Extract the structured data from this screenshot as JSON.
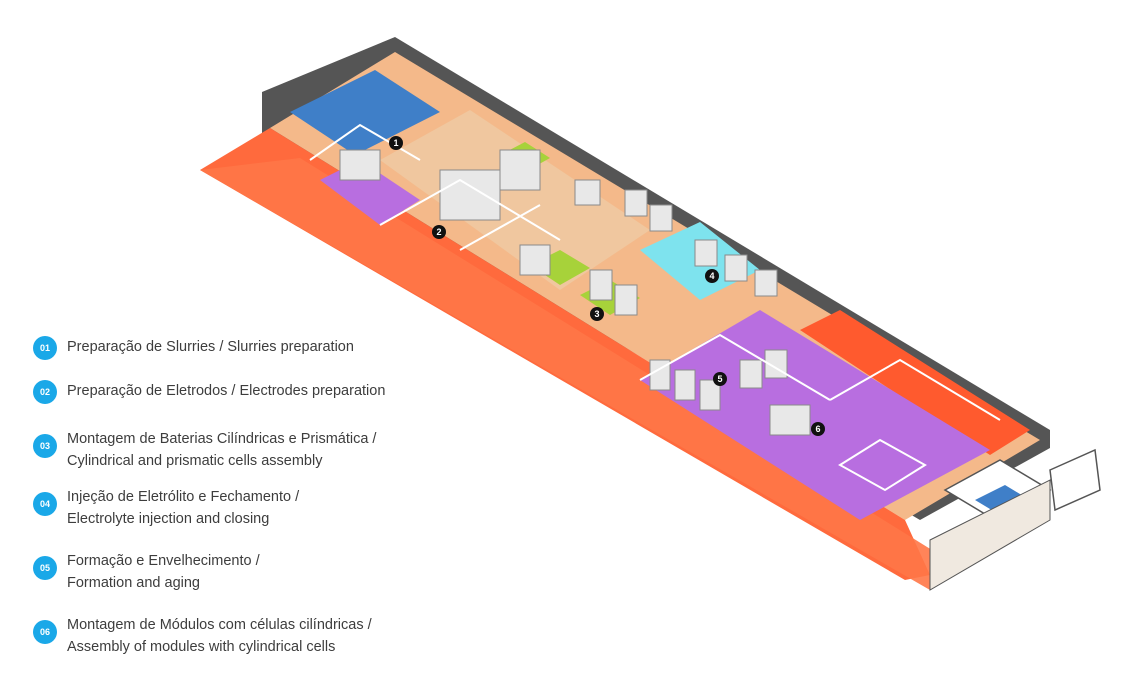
{
  "markers": [
    "1",
    "2",
    "3",
    "4",
    "5",
    "6"
  ],
  "legend": [
    {
      "badge": "01",
      "line1": "Preparação de Slurries / Slurries preparation",
      "line2": ""
    },
    {
      "badge": "02",
      "line1": "Preparação de Eletrodos / Electrodes preparation",
      "line2": ""
    },
    {
      "badge": "03",
      "line1": "Montagem de Baterias Cilíndricas e Prismática /",
      "line2": "Cylindrical and prismatic cells assembly"
    },
    {
      "badge": "04",
      "line1": "Injeção de Eletrólito e Fechamento /",
      "line2": "Electrolyte injection and closing"
    },
    {
      "badge": "05",
      "line1": "Formação e Envelhecimento /",
      "line2": "Formation and aging"
    },
    {
      "badge": "06",
      "line1": "Montagem de Módulos com células cilíndricas /",
      "line2": "Assembly of modules with cylindrical cells"
    }
  ],
  "colors": {
    "badge": "#1aa8e8",
    "corridor": "#ff6a3d",
    "purple_zone": "#b86ee0",
    "orange_floor": "#f5c49a",
    "cyan_zone": "#7ee3ee",
    "blue_room": "#3f7fc8",
    "wall": "#4a4a4a"
  }
}
